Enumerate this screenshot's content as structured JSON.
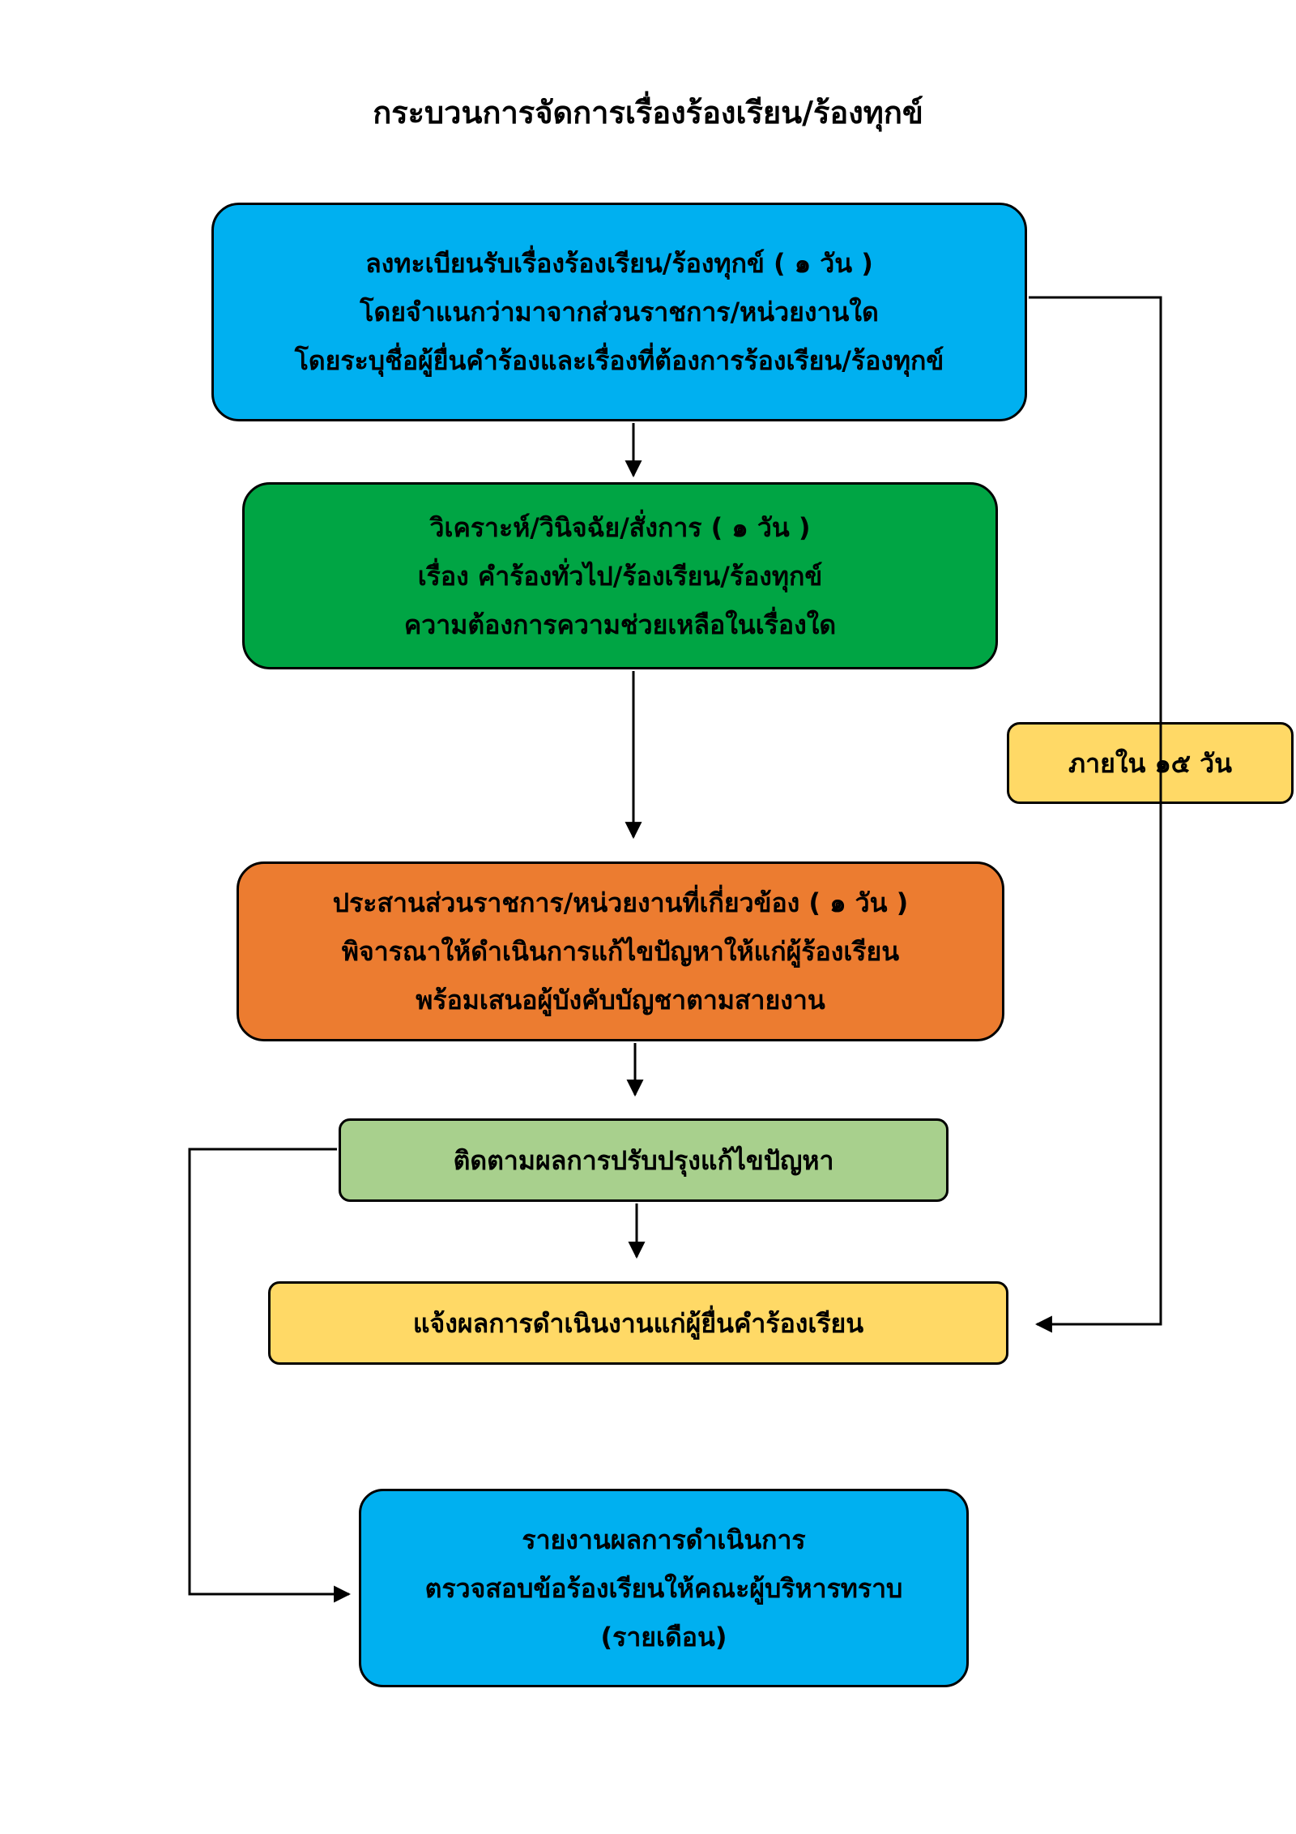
{
  "title": "กระบวนการจัดการเรื่องร้องเรียน/ร้องทุกข์",
  "steps": {
    "register": {
      "line1": "ลงทะเบียนรับเรื่องร้องเรียน/ร้องทุกข์ ( ๑ วัน )",
      "line2": "โดยจำแนกว่ามาจากส่วนราชการ/หน่วยงานใด",
      "line3": "โดยระบุชื่อผู้ยื่นคำร้องและเรื่องที่ต้องการร้องเรียน/ร้องทุกข์"
    },
    "analyze": {
      "line1": "วิเคราะห์/วินิจฉัย/สั่งการ ( ๑ วัน )",
      "line2": "เรื่อง คำร้องทั่วไป/ร้องเรียน/ร้องทุกข์",
      "line3": "ความต้องการความช่วยเหลือในเรื่องใด"
    },
    "coordinate": {
      "line1": "ประสานส่วนราชการ/หน่วยงานที่เกี่ยวข้อง ( ๑ วัน )",
      "line2": "พิจารณาให้ดำเนินการแก้ไขปัญหาให้แก่ผู้ร้องเรียน",
      "line3": "พร้อมเสนอผู้บังคับบัญชาตามสายงาน"
    },
    "follow_up": {
      "line1": "ติดตามผลการปรับปรุงแก้ไขปัญหา"
    },
    "notify": {
      "line1": "แจ้งผลการดำเนินงานแก่ผู้ยื่นคำร้องเรียน"
    },
    "report": {
      "line1": "รายงานผลการดำเนินการ",
      "line2": "ตรวจสอบข้อร้องเรียนให้คณะผู้บริหารทราบ",
      "line3": "(รายเดือน)"
    },
    "deadline": {
      "label": "ภายใน ๑๕  วัน"
    }
  },
  "colors": {
    "register": "#00b0f0",
    "analyze": "#00a544",
    "coordinate": "#ec7c30",
    "follow_up": "#a8d08d",
    "notify": "#ffd966",
    "report": "#00b0f0",
    "deadline": "#ffd966"
  }
}
